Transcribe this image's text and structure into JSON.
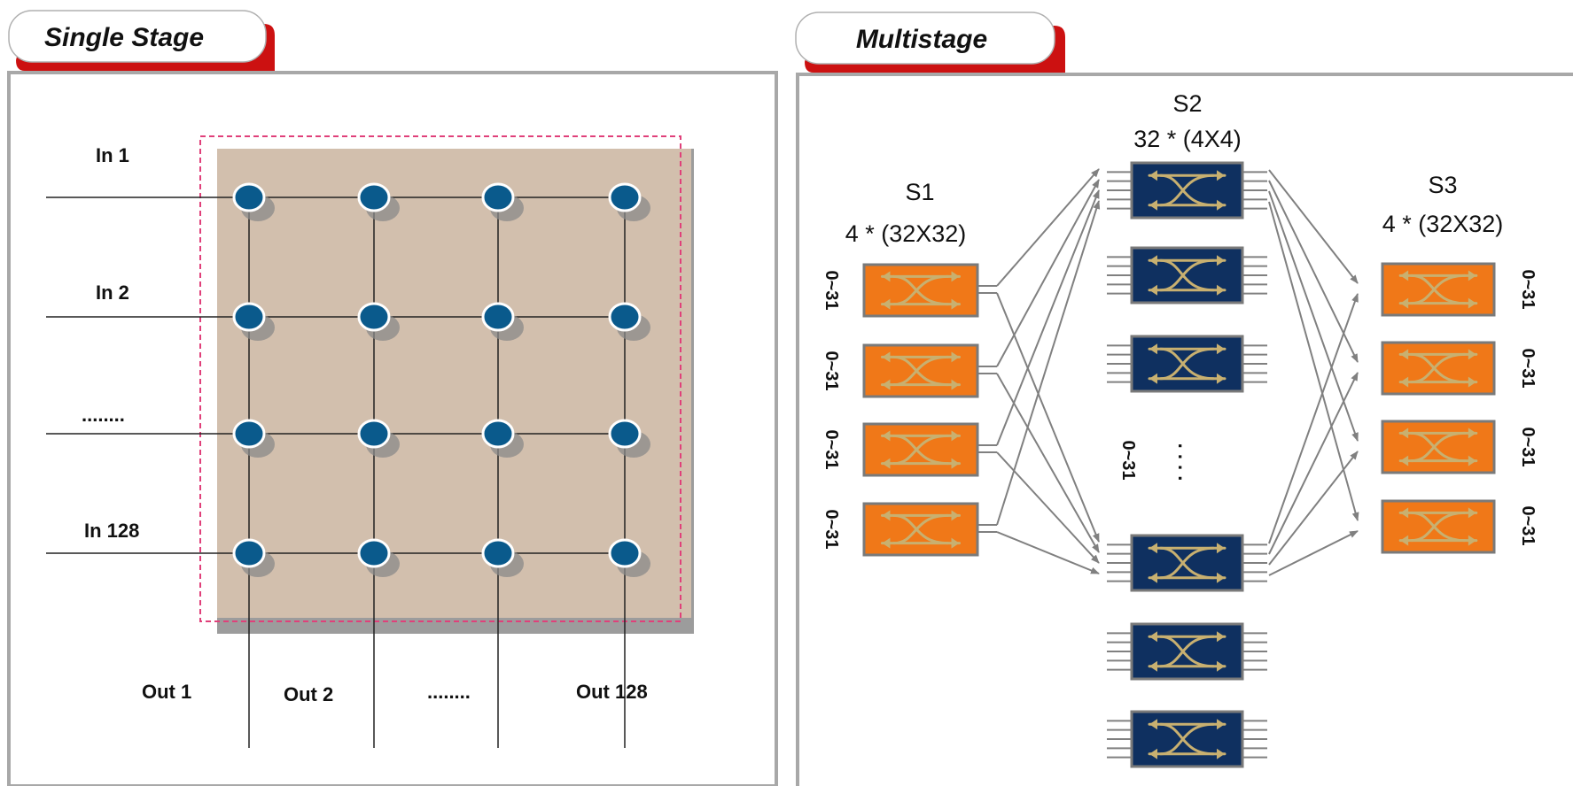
{
  "panels": {
    "single_stage": {
      "tab_label": "Single Stage",
      "inputs": [
        "In 1",
        "In 2",
        "........",
        "In 128"
      ],
      "outputs": [
        "Out 1",
        "Out 2",
        "........",
        "Out 128"
      ]
    },
    "multistage": {
      "tab_label": "Multistage",
      "s1": {
        "title": "S1",
        "subtitle": "4 * (32X32)"
      },
      "s2": {
        "title": "S2",
        "subtitle": "32 * (4X4)"
      },
      "s3": {
        "title": "S3",
        "subtitle": "4 * (32X32)"
      },
      "port_range": "0~31",
      "ellipsis": ". . . ."
    }
  },
  "colors": {
    "tab_accent": "#cc1111",
    "frame": "#a8a8a8",
    "crossbar_fill": "#d2bfad",
    "crossbar_dash": "#e0407a",
    "crosspoint": "#0a5a8c",
    "s1_s3_switch": "#f07818",
    "s2_switch": "#0f3060",
    "arrow": "#c8b070",
    "link": "#808080"
  }
}
